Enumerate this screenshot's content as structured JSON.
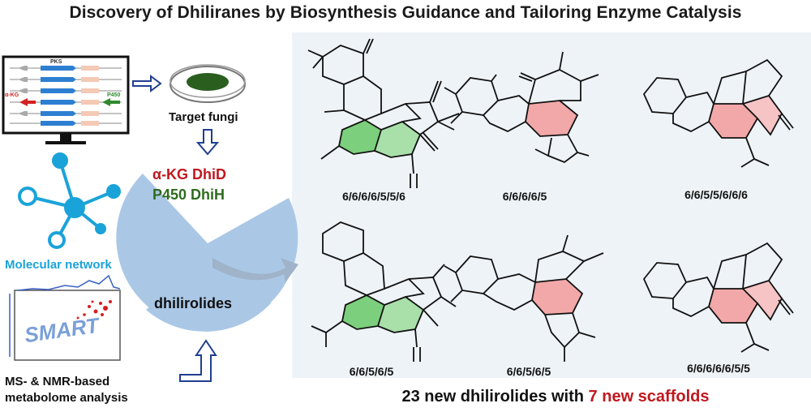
{
  "title": "Discovery of Dhiliranes by Biosynthesis Guidance and Tailoring Enzyme Catalysis",
  "left": {
    "monitor_labels": {
      "pks": "PKS",
      "akg": "α-KG",
      "p450": "P450"
    },
    "target_fungi": "Target fungi",
    "enzyme_1": "α-KG DhiD",
    "enzyme_2": "P450 DhiH",
    "product": "dhilirolides",
    "molecular_network": "Molecular network",
    "smart": "SMART",
    "analysis_line1": "MS- & NMR-based",
    "analysis_line2": "metabolome analysis"
  },
  "scaffolds": [
    "6/6/6/6/5/5/6",
    "6/6/6/6/5",
    "6/6/5/5/6/6/6",
    "6/6/5/6/5",
    "6/6/5/6/5",
    "6/6/6/6/6/5/5"
  ],
  "summary": {
    "part1": "23 new dhilirolides with ",
    "part2": "7 new scaffolds"
  },
  "colors": {
    "green_ring": "#5cc45c",
    "pink_ring": "#f2a8a8",
    "blue_accent": "#1aa3d9",
    "red_text": "#c0181e",
    "green_text": "#2e6b1e"
  }
}
